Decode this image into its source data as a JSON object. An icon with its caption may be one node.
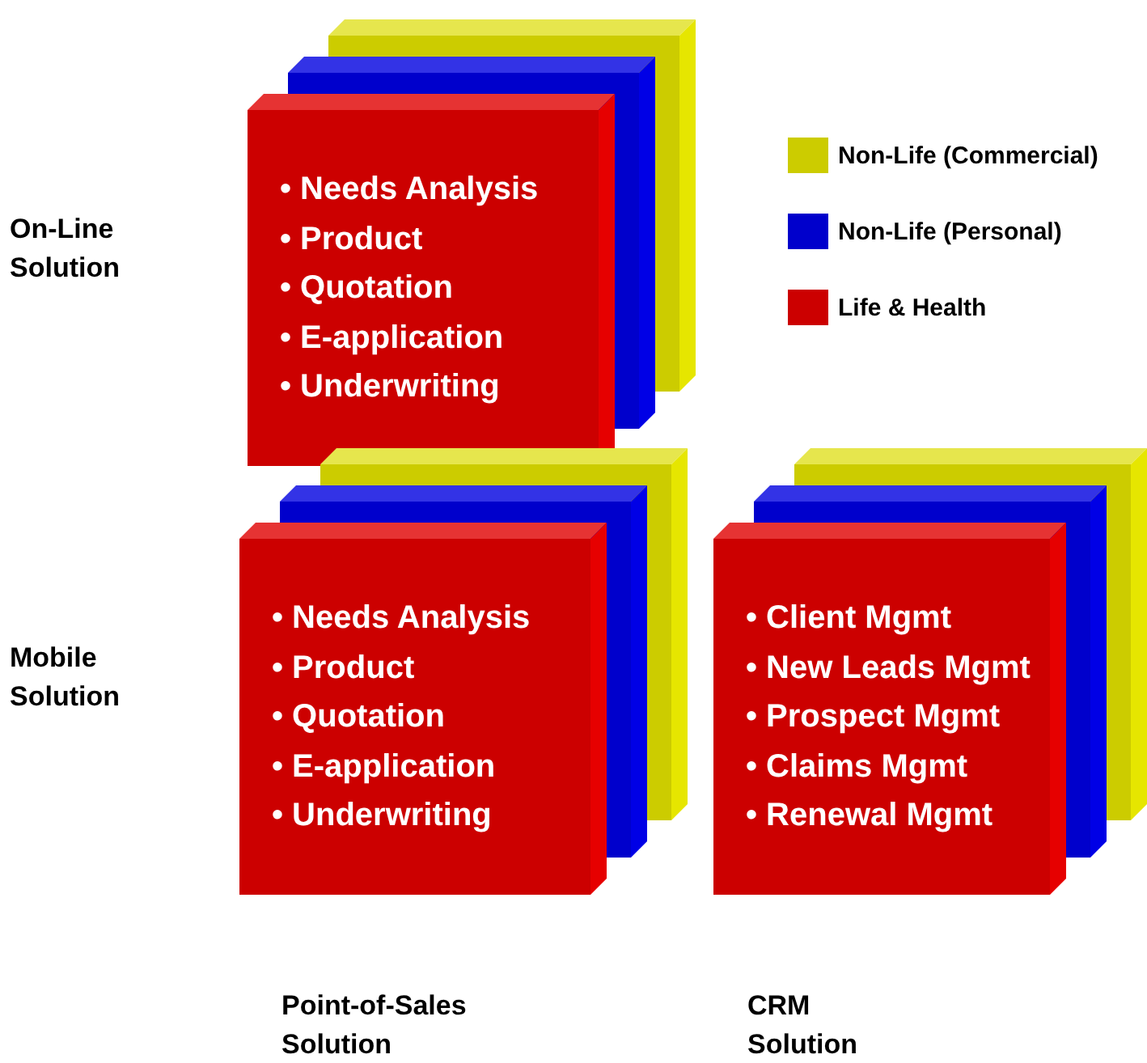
{
  "diagram": {
    "nodes": [
      {
        "text": [],
        "shape": "box"
      },
      {
        "text": [],
        "shape": "box"
      },
      {
        "text": [
          "• Needs Analysis",
          "• Product",
          "• Quotation",
          "• E-application",
          "• Underwriting"
        ]
      },
      {
        "text": [],
        "shape": "box"
      },
      {
        "text": [],
        "shape": "box"
      },
      {
        "text": [
          "• Needs Analysis",
          "• Product",
          "• Quotation",
          "• E-application",
          "• Underwriting"
        ]
      },
      {
        "text": [],
        "shape": "box"
      },
      {
        "text": [],
        "shape": "box"
      },
      {
        "text": [
          "• Client Mgmt",
          "• New Leads Mgmt",
          "• Prospect Mgmt",
          "• Claims Mgmt",
          "• Renewal Mgmt"
        ]
      }
    ],
    "edges": [],
    "labels": [
      "On-Line Solution",
      "Mobile Solution",
      "Point-of-Sales Solution",
      "CRM Solution"
    ],
    "legend": [
      {
        "text": "Non-Life (Commercial)",
        "color": "#cccc00"
      },
      {
        "text": "Non-Life (Personal)",
        "color": "#0000cc"
      },
      {
        "text": "Life & Health",
        "color": "#cc0000"
      }
    ]
  }
}
